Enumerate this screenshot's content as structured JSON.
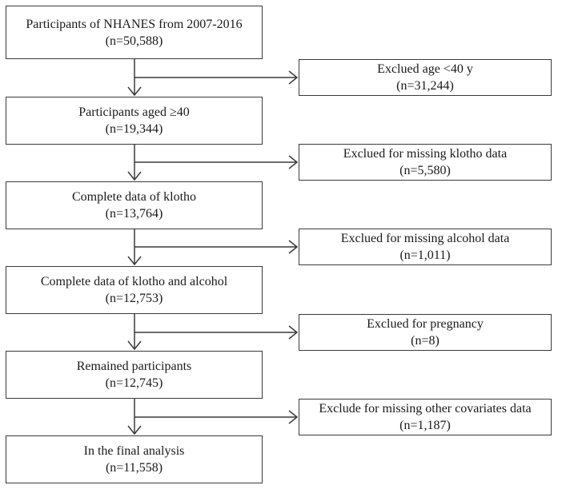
{
  "main_steps": [
    {
      "line1": "Participants of NHANES from 2007-2016",
      "line2": "(n=50,588)"
    },
    {
      "line1": "Participants aged ≥40",
      "line2": "(n=19,344)"
    },
    {
      "line1": "Complete data of klotho",
      "line2": "(n=13,764)"
    },
    {
      "line1": "Complete data of klotho and alcohol",
      "line2": "(n=12,753)"
    },
    {
      "line1": "Remained participants",
      "line2": "(n=12,745)"
    },
    {
      "line1": "In the final analysis",
      "line2": "(n=11,558)"
    }
  ],
  "exclusions": [
    {
      "line1": "Exclued age <40 y",
      "line2": "(n=31,244)"
    },
    {
      "line1": "Exclued for missing klotho data",
      "line2": "(n=5,580)"
    },
    {
      "line1": "Exclued for missing alcohol data",
      "line2": "(n=1,011)"
    },
    {
      "line1": "Exclued for pregnancy",
      "line2": "(n=8)"
    },
    {
      "line1": "Exclude for missing other covariates data",
      "line2": "(n=1,187)"
    }
  ]
}
